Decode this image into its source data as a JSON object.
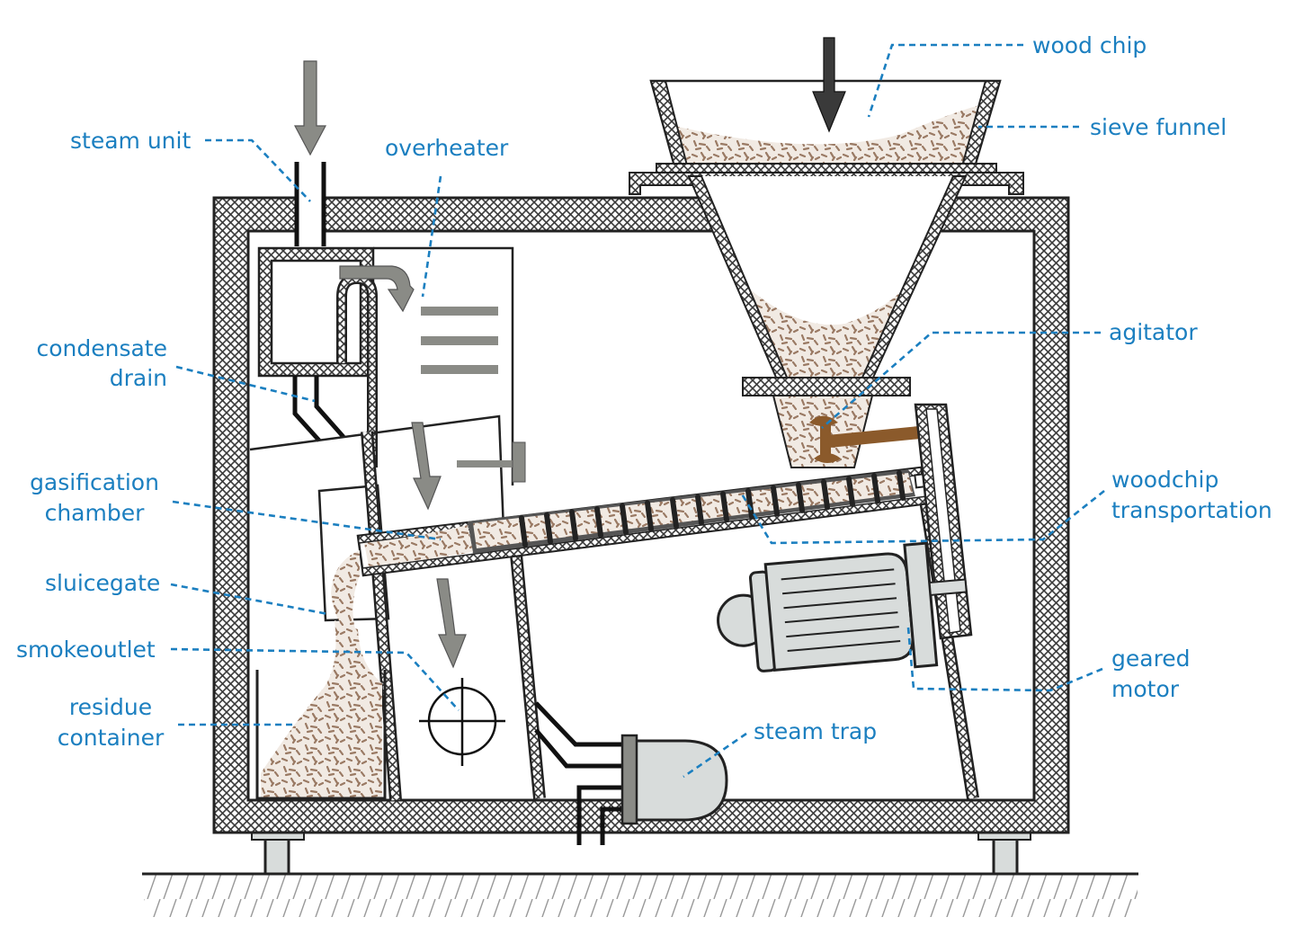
{
  "colors": {
    "label": "#1b7fc0",
    "outline": "#222222",
    "arrow": "#8a8b86",
    "chips": "#9a7a64",
    "chip_bg": "#f0e9e2",
    "part_fill": "#d8dcdb",
    "agitator": "#8b5a2b"
  },
  "labels": {
    "wood_chip": "wood chip",
    "sieve_funnel": "sieve funnel",
    "steam_unit": "steam unit",
    "overheater": "overheater",
    "agitator": "agitator",
    "condensate_drain": [
      "condensate",
      "drain"
    ],
    "gasification_chamber": [
      "gasification",
      "chamber"
    ],
    "woodchip_transportation": [
      "woodchip",
      "transportation"
    ],
    "sluicegate": "sluicegate",
    "smokeoutlet": "smokeoutlet",
    "residue_container": [
      "residue",
      "container"
    ],
    "geared_motor": [
      "geared",
      "motor"
    ],
    "steam_trap": "steam trap"
  }
}
